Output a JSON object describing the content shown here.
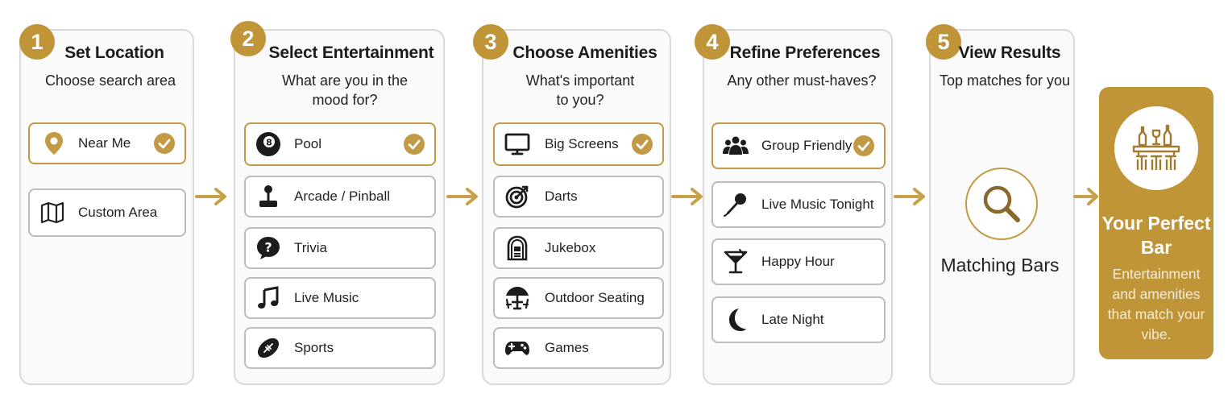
{
  "colors": {
    "accent": "#bf9538",
    "border": "#d9d9d9",
    "selected_border": "#c29a45"
  },
  "steps": [
    {
      "number": "1",
      "title": "Set Location",
      "subtitle": "Choose search area",
      "options": [
        {
          "label": "Near Me",
          "icon": "location-pin-icon",
          "selected": true
        },
        {
          "label": "Custom Area",
          "icon": "map-icon",
          "selected": false
        }
      ]
    },
    {
      "number": "2",
      "title": "Select Entertainment",
      "subtitle": "What are you in the mood for?",
      "options": [
        {
          "label": "Pool",
          "icon": "eight-ball-icon",
          "selected": true
        },
        {
          "label": "Arcade / Pinball",
          "icon": "joystick-icon",
          "selected": false
        },
        {
          "label": "Trivia",
          "icon": "question-bubble-icon",
          "selected": false
        },
        {
          "label": "Live Music",
          "icon": "music-note-icon",
          "selected": false
        },
        {
          "label": "Sports",
          "icon": "football-icon",
          "selected": false
        }
      ]
    },
    {
      "number": "3",
      "title": "Choose Amenities",
      "subtitle": "What's important to you?",
      "options": [
        {
          "label": "Big Screens",
          "icon": "tv-icon",
          "selected": true
        },
        {
          "label": "Darts",
          "icon": "dartboard-icon",
          "selected": false
        },
        {
          "label": "Jukebox",
          "icon": "jukebox-icon",
          "selected": false
        },
        {
          "label": "Outdoor Seating",
          "icon": "umbrella-table-icon",
          "selected": false
        },
        {
          "label": "Games",
          "icon": "gamepad-icon",
          "selected": false
        }
      ]
    },
    {
      "number": "4",
      "title": "Refine Preferences",
      "subtitle": "Any other must-haves?",
      "options": [
        {
          "label": "Group Friendly",
          "icon": "group-icon",
          "selected": true
        },
        {
          "label": "Live Music Tonight",
          "icon": "microphone-icon",
          "selected": false
        },
        {
          "label": "Happy Hour",
          "icon": "cocktail-icon",
          "selected": false
        },
        {
          "label": "Late Night",
          "icon": "moon-icon",
          "selected": false
        }
      ]
    },
    {
      "number": "5",
      "title": "View Results",
      "subtitle": "Top matches for you",
      "result_label": "Matching Bars"
    }
  ],
  "final": {
    "title": "Your Perfect Bar",
    "description": "Entertainment and amenities that match your vibe."
  }
}
